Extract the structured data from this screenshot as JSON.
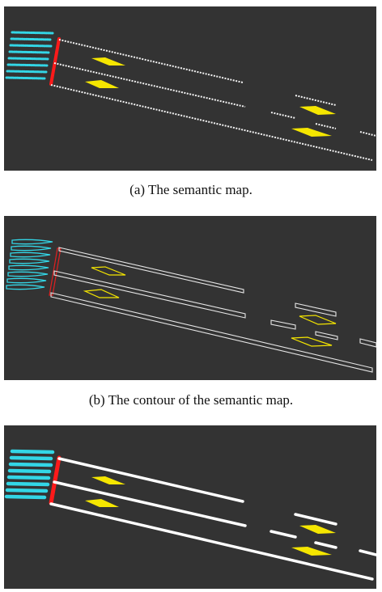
{
  "figure": {
    "subfigures": [
      {
        "id": "a",
        "caption": "(a) The semantic map.",
        "style": "point-cloud"
      },
      {
        "id": "b",
        "caption": "(b) The contour of the semantic map.",
        "style": "contour"
      },
      {
        "id": "c",
        "caption": "",
        "style": "filled"
      }
    ],
    "legend_colors": {
      "background": "#333333",
      "lane_line": "#ffffff",
      "arrow_marking": "#f5e600",
      "crosswalk": "#33d6e6",
      "stop_line": "#ff1a1a"
    }
  }
}
